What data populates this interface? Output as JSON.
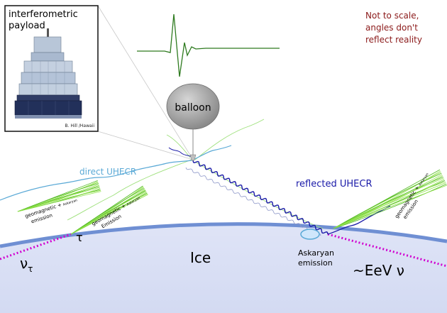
{
  "inset": {
    "title_line1": "interferometric",
    "title_line2": "payload",
    "credit": "B. Hill /Hawaii"
  },
  "disclaimer": {
    "line1": "Not to scale,",
    "line2": "angles don't",
    "line3": "reflect reality"
  },
  "labels": {
    "balloon": "balloon",
    "direct_uhecr": "direct UHECR",
    "reflected_uhecr": "reflected UHECR",
    "ice": "Ice",
    "tau": "τ",
    "nu_tau_base": "ν",
    "nu_tau_sub": "τ",
    "eev_nu": "~EeV ν",
    "askaryan_line1": "Askaryan",
    "askaryan_line2": "emission",
    "geo_left_line1": "geomagnetic + ",
    "geo_left_small": "Askaryan",
    "geo_left_line2": "emission",
    "geo_mid_line1": "geomagnetic + ",
    "geo_mid_small": "Askaryan",
    "geo_mid_line2": "Emission",
    "geo_right_line1": "geomagnetic + ",
    "geo_right_small": "Askaryan",
    "geo_right_line2": "emission"
  },
  "colors": {
    "direct_uhecr": "#5aa9d6",
    "reflected_uhecr": "#1a1aa8",
    "shower": "#7ddc3a",
    "ice_fill": "#d9dff5",
    "ice_surface": "#6f8fd3",
    "neutrino_path": "#d000d0",
    "waveform": "#2d7a1e",
    "disclaimer": "#8b1a1a",
    "balloon": "#9a9a9a"
  }
}
